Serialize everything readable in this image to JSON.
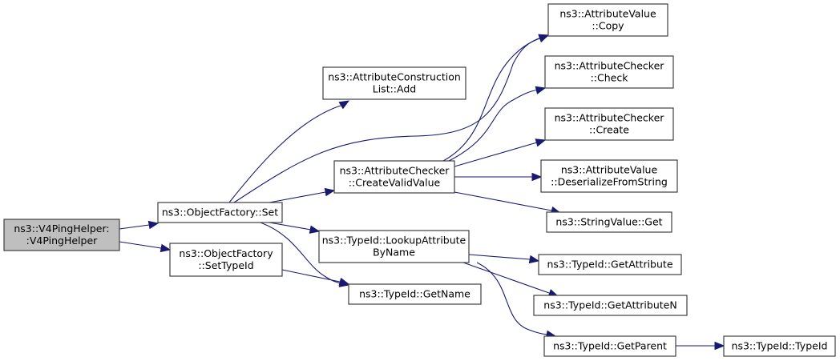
{
  "diagram": {
    "type": "call-graph",
    "colors": {
      "edge": "#191970",
      "root_fill": "#bfbfbf",
      "node_fill": "#ffffff",
      "node_border": "#404040"
    },
    "nodes": [
      {
        "id": "root",
        "lines": [
          "ns3::V4PingHelper:",
          ":V4PingHelper"
        ],
        "root": true
      },
      {
        "id": "of_set",
        "lines": [
          "ns3::ObjectFactory::Set"
        ]
      },
      {
        "id": "of_settypeid",
        "lines": [
          "ns3::ObjectFactory",
          "::SetTypeId"
        ]
      },
      {
        "id": "acl_add",
        "lines": [
          "ns3::AttributeConstruction",
          "List::Add"
        ]
      },
      {
        "id": "ac_createvalid",
        "lines": [
          "ns3::AttributeChecker",
          "::CreateValidValue"
        ]
      },
      {
        "id": "tid_lookup",
        "lines": [
          "ns3::TypeId::LookupAttribute",
          "ByName"
        ]
      },
      {
        "id": "tid_getname",
        "lines": [
          "ns3::TypeId::GetName"
        ]
      },
      {
        "id": "av_copy",
        "lines": [
          "ns3::AttributeValue",
          "::Copy"
        ]
      },
      {
        "id": "ac_check",
        "lines": [
          "ns3::AttributeChecker",
          "::Check"
        ]
      },
      {
        "id": "ac_create",
        "lines": [
          "ns3::AttributeChecker",
          "::Create"
        ]
      },
      {
        "id": "av_deser",
        "lines": [
          "ns3::AttributeValue",
          "::DeserializeFromString"
        ]
      },
      {
        "id": "sv_get",
        "lines": [
          "ns3::StringValue::Get"
        ]
      },
      {
        "id": "tid_getattr",
        "lines": [
          "ns3::TypeId::GetAttribute"
        ]
      },
      {
        "id": "tid_getattrn",
        "lines": [
          "ns3::TypeId::GetAttributeN"
        ]
      },
      {
        "id": "tid_getparent",
        "lines": [
          "ns3::TypeId::GetParent"
        ]
      },
      {
        "id": "tid_typeid",
        "lines": [
          "ns3::TypeId::TypeId"
        ]
      }
    ],
    "edges": [
      {
        "from": "root",
        "to": "of_set"
      },
      {
        "from": "root",
        "to": "of_settypeid"
      },
      {
        "from": "of_set",
        "to": "acl_add"
      },
      {
        "from": "of_set",
        "to": "av_copy"
      },
      {
        "from": "of_set",
        "to": "ac_createvalid"
      },
      {
        "from": "of_set",
        "to": "tid_lookup"
      },
      {
        "from": "of_set",
        "to": "tid_getname"
      },
      {
        "from": "of_settypeid",
        "to": "tid_getname"
      },
      {
        "from": "ac_createvalid",
        "to": "av_copy"
      },
      {
        "from": "ac_createvalid",
        "to": "ac_check"
      },
      {
        "from": "ac_createvalid",
        "to": "ac_create"
      },
      {
        "from": "ac_createvalid",
        "to": "av_deser"
      },
      {
        "from": "ac_createvalid",
        "to": "sv_get"
      },
      {
        "from": "tid_lookup",
        "to": "tid_getattr"
      },
      {
        "from": "tid_lookup",
        "to": "tid_getattrn"
      },
      {
        "from": "tid_lookup",
        "to": "tid_getparent"
      },
      {
        "from": "tid_getparent",
        "to": "tid_typeid"
      }
    ]
  }
}
